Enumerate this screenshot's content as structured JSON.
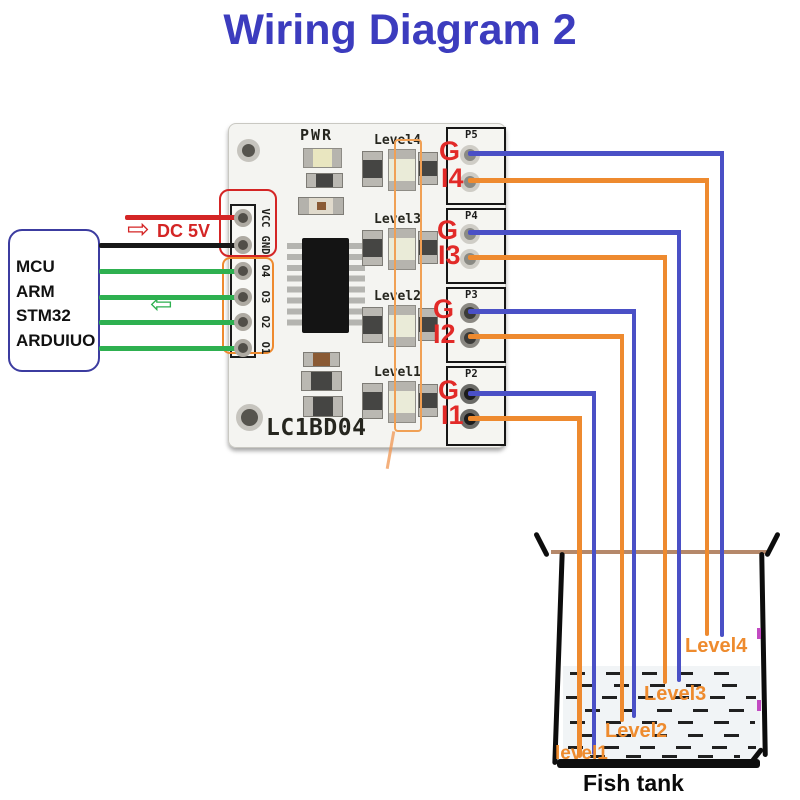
{
  "title": "Wiring Diagram 2",
  "colors": {
    "title": "#3c3cbe",
    "wire_blue": "#4a50c6",
    "wire_orange": "#ee8a2f",
    "wire_green": "#2eb050",
    "wire_red": "#d42525",
    "wire_black": "#181818",
    "label_red": "#e22a28",
    "label_orange": "#ee8b2e",
    "tank_rim": "#b5886a",
    "mcu_border": "#3c3ca0"
  },
  "icons": {
    "dc_right_arrow": "⇨",
    "signal_left_arrow": "⇦"
  },
  "power": {
    "label": "DC 5V"
  },
  "mcu": {
    "lines": [
      "MCU",
      "ARM",
      "STM32",
      "ARDUIUO"
    ]
  },
  "module": {
    "name": "LC1BD04",
    "pwr": "PWR",
    "pins": [
      "VCC",
      "GND",
      "O4",
      "O3",
      "O2",
      "O1"
    ],
    "levels": [
      "Level4",
      "Level3",
      "Level2",
      "Level1"
    ],
    "ports": [
      {
        "name": "P5",
        "g": "G",
        "i": "I4"
      },
      {
        "name": "P4",
        "g": "G",
        "i": "I3"
      },
      {
        "name": "P3",
        "g": "G",
        "i": "I2"
      },
      {
        "name": "P2",
        "g": "G",
        "i": "I1"
      }
    ]
  },
  "tank": {
    "caption": "Fish tank",
    "levels": [
      "level1",
      "Level2",
      "Level3",
      "Level4"
    ]
  }
}
